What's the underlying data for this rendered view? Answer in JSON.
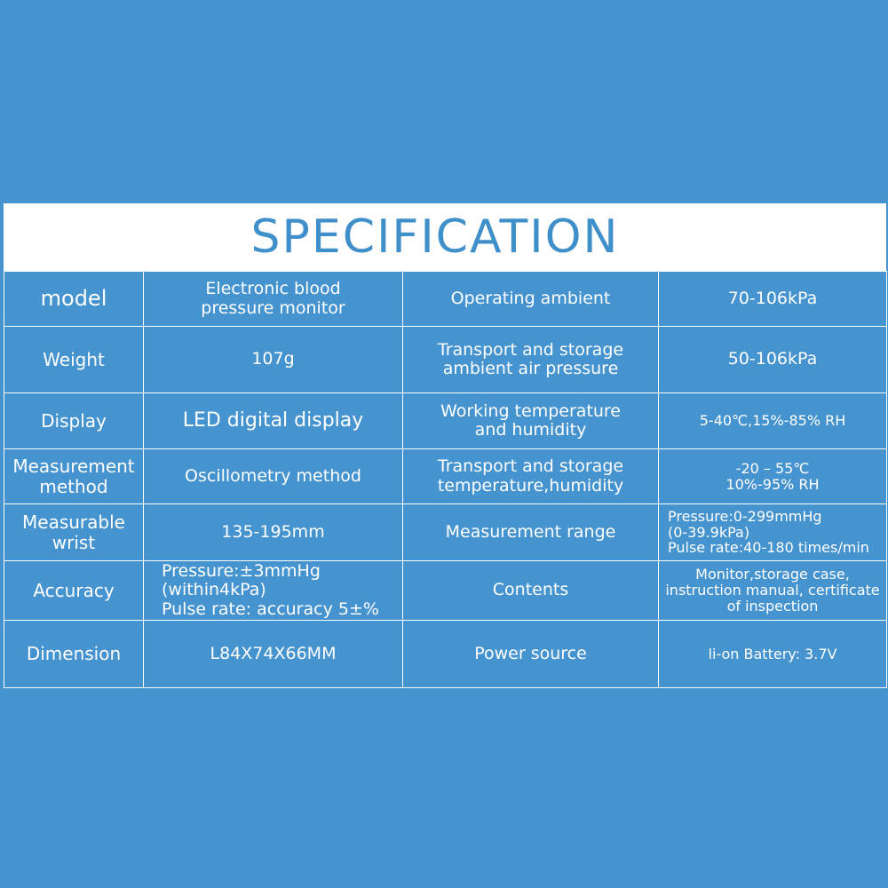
{
  "title": "SPECIFICATION",
  "colors": {
    "background": "#4593cf",
    "header_background": "#ffffff",
    "title_color": "#3f8fcb",
    "text": "#ffffff",
    "grid": "#ffffff"
  },
  "rows": [
    {
      "label1": "model",
      "value1": "Electronic blood\npressure monitor",
      "label2": "Operating ambient",
      "value2": "70-106kPa"
    },
    {
      "label1": "Weight",
      "value1": "107g",
      "label2": "Transport and storage\nambient air pressure",
      "value2": "50-106kPa"
    },
    {
      "label1": "Display",
      "value1": "LED digital display",
      "label2": "Working temperature\nand humidity",
      "value2": "5-40℃,15%-85% RH"
    },
    {
      "label1": "Measurement\nmethod",
      "value1": "Oscillometry method",
      "label2": "Transport and storage\ntemperature,humidity",
      "value2": "-20 – 55℃\n10%-95% RH"
    },
    {
      "label1": "Measurable\nwrist",
      "value1": "135-195mm",
      "label2": "Measurement range",
      "value2": "Pressure:0-299mmHg\n(0-39.9kPa)\nPulse rate:40-180 times/min"
    },
    {
      "label1": "Accuracy",
      "value1": "Pressure:±3mmHg\n(within4kPa)\nPulse rate: accuracy  5±%",
      "label2": "Contents",
      "value2": "Monitor,storage case,\ninstruction manual, certificate\nof inspection"
    },
    {
      "label1": "Dimension",
      "value1": "L84X74X66MM",
      "label2": "Power source",
      "value2": "li-on Battery: 3.7V"
    }
  ]
}
